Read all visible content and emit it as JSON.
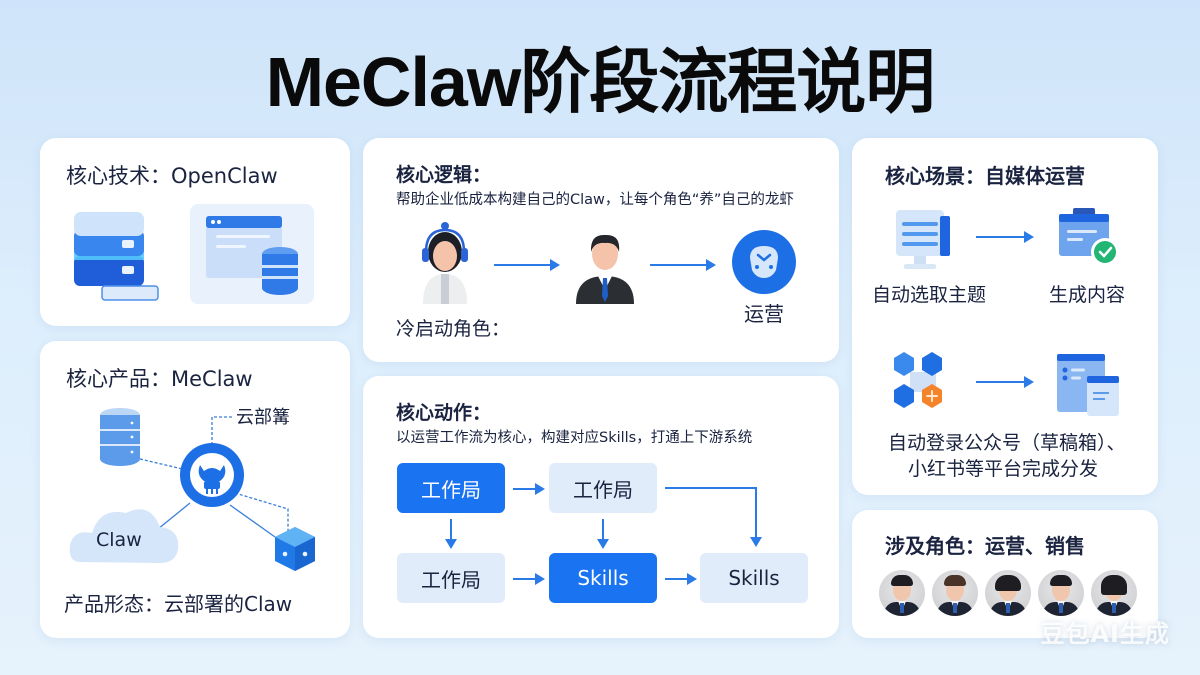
{
  "title": "MeClaw阶段流程说明",
  "tech_card": {
    "title": "核心技术：OpenClaw",
    "icons": [
      "server-stack-icon",
      "database-window-icon"
    ]
  },
  "product_card": {
    "title": "核心产品：MeClaw",
    "deploy_label": "云部篝",
    "cloud_label": "Claw",
    "form_text": "产品形态：云部署的Claw",
    "icons": [
      "database-icon",
      "claw-logo-icon",
      "cloud-icon",
      "cube-icon"
    ]
  },
  "logic_card": {
    "title": "核心逻辑：",
    "subtitle": "帮助企业低成本构建自己的Claw，让每个角色“养”自己的龙虾",
    "cold_start_label": "冷启动角色：",
    "roles": [
      {
        "icon": "customer-service-person-icon",
        "label": ""
      },
      {
        "icon": "business-person-icon",
        "label": ""
      },
      {
        "icon": "robot-assistant-icon",
        "label": "运营"
      }
    ]
  },
  "action_card": {
    "title": "核心动作：",
    "subtitle": "以运营工作流为核心，构建对应Skills，打通上下游系统",
    "flow": {
      "row1": [
        {
          "label": "工作局",
          "style": "primary"
        },
        {
          "label": "工作局",
          "style": "light"
        }
      ],
      "row2": [
        {
          "label": "工作局",
          "style": "light"
        },
        {
          "label": "Skills",
          "style": "primary"
        },
        {
          "label": "Skills",
          "style": "light"
        }
      ]
    }
  },
  "scene_card": {
    "title": "核心场景：自媒体运营",
    "steps": [
      {
        "icon": "document-monitor-icon",
        "label": "自动选取主题"
      },
      {
        "icon": "content-check-icon",
        "label": "生成内容"
      },
      {
        "icon": "cubes-plus-icon",
        "label": ""
      },
      {
        "icon": "windows-icon",
        "label": ""
      }
    ],
    "publish_text_line1": "自动登录公众号（草稿箱）、",
    "publish_text_line2": "小红书等平台完成分发"
  },
  "roles_card": {
    "title": "涉及角色：运营、销售",
    "avatars": [
      "avatar-1",
      "avatar-2",
      "avatar-3",
      "avatar-4",
      "avatar-5"
    ]
  },
  "watermark": "豆包AI生成",
  "colors": {
    "accent": "#1a73f0",
    "light_box": "#e1ecfa",
    "arrow": "#2a7be8",
    "text": "#1a2340",
    "success": "#22b573",
    "orange": "#f5832a"
  }
}
